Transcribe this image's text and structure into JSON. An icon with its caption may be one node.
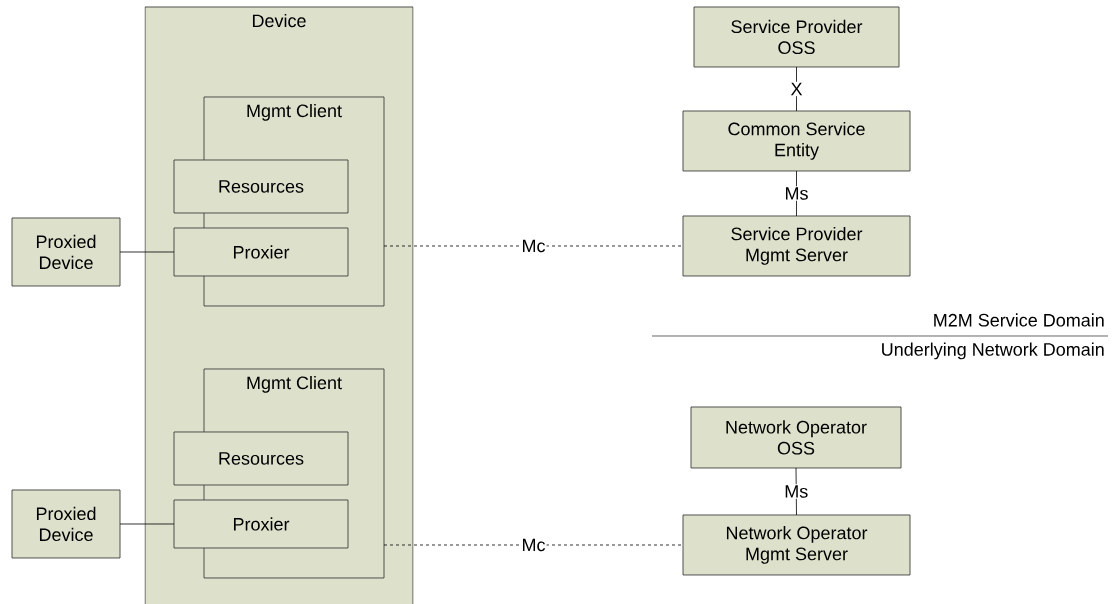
{
  "diagram": {
    "nodes": [
      {
        "text": [
          "Device"
        ]
      },
      {
        "text": [
          "Mgmt Client"
        ],
        "in": 0
      },
      {
        "text": [
          "Resources"
        ],
        "in": 0
      },
      {
        "text": [
          "Proxier"
        ],
        "in": 0
      },
      {
        "text": [
          "Proxied Device"
        ]
      },
      {
        "text": [
          "Mgmt Client"
        ],
        "in": 0
      },
      {
        "text": [
          "Resources"
        ],
        "in": 0
      },
      {
        "text": [
          "Proxier"
        ],
        "in": 0
      },
      {
        "text": [
          "Proxied Device"
        ]
      },
      {
        "text": [
          "Service Provider OSS"
        ]
      },
      {
        "text": [
          "Common Service Entity"
        ]
      },
      {
        "text": [
          "Service Provider Mgmt Server"
        ]
      },
      {
        "text": [
          "Network Operator OSS"
        ]
      },
      {
        "text": [
          "Network Operator Mgmt Server"
        ]
      }
    ],
    "edges": [
      {
        "from": 9,
        "to": 10,
        "arrow": "none",
        "label": "X"
      },
      {
        "from": 10,
        "to": 11,
        "arrow": "none",
        "label": "Ms"
      },
      {
        "from": 4,
        "to": 3,
        "arrow": "none"
      },
      {
        "from": 1,
        "to": 11,
        "arrow": "none",
        "label": "Mc",
        "style": "dashed"
      },
      {
        "from": 12,
        "to": 13,
        "arrow": "none",
        "label": "Ms"
      },
      {
        "from": 8,
        "to": 7,
        "arrow": "none"
      },
      {
        "from": 5,
        "to": 13,
        "arrow": "none",
        "label": "Mc",
        "style": "dashed"
      }
    ],
    "labels": [
      "M2M Service Domain",
      "Underlying Network Domain"
    ]
  }
}
